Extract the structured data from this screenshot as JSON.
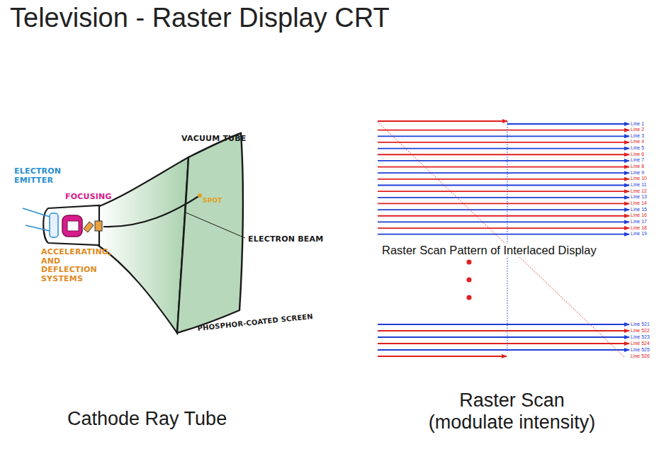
{
  "diagram": {
    "title": "Television - Raster Display CRT",
    "labels": [
      "VACUUM TUBE",
      "ELECTRON EMITTER",
      "FOCUSING",
      "SPOT",
      "ELECTRON BEAM",
      "ACCELERATING, AND DEFLECTION SYSTEMS",
      "PHOSPHOR-COATED SCREEN",
      "Cathode Ray Tube",
      "Line 1",
      "Line 2",
      "Line 3",
      "Line 4",
      "Line 5",
      "Line 6",
      "Line 7",
      "Line 8",
      "Line 9",
      "Line 10",
      "Line 11",
      "Line 12",
      "Line 13",
      "Line 14",
      "Line 15",
      "Line 16",
      "Line 17",
      "Line 18",
      "Line 19",
      "Raster Scan Pattern of Interlaced Display",
      "Line 521",
      "Line 522",
      "Line 523",
      "Line 524",
      "Line 525",
      "Line 526",
      "Raster Scan (modulate intensity)"
    ]
  }
}
